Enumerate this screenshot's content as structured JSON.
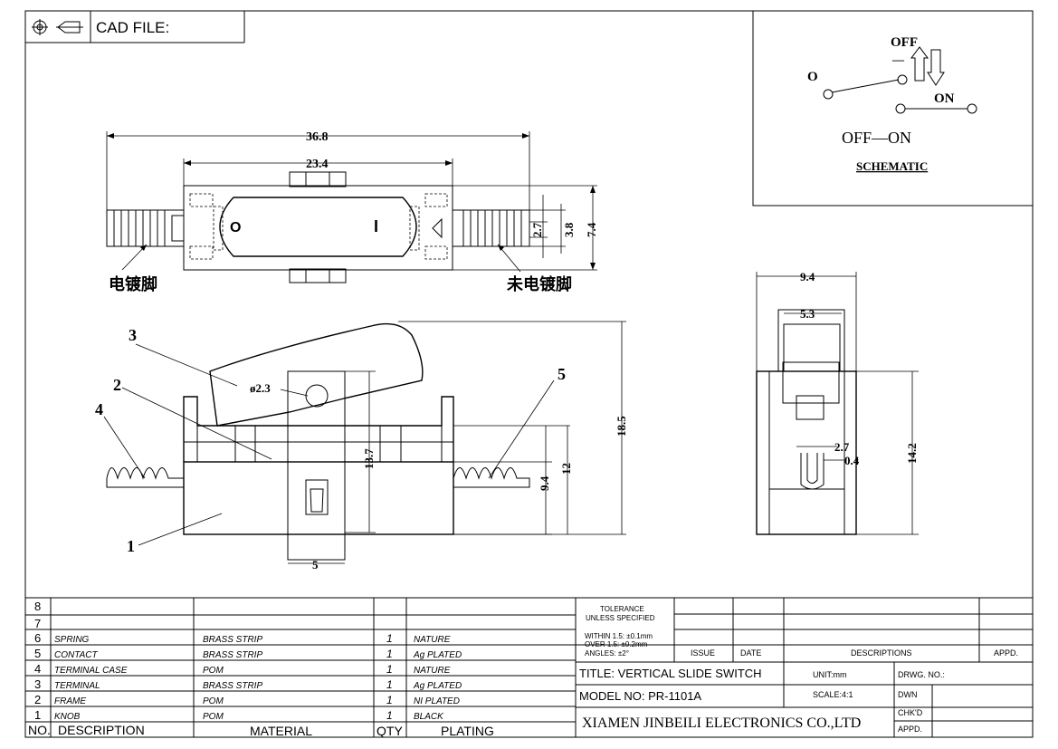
{
  "header": {
    "cad_file_label": "CAD FILE:",
    "symbol": "projection-symbol"
  },
  "schematic": {
    "off": "OFF",
    "dash": "—",
    "o": "O",
    "on": "ON",
    "off_on": "OFF—ON",
    "caption": "SCHEMATIC"
  },
  "top_view": {
    "dim_overall": "36.8",
    "dim_body": "23.4",
    "dim_a": "2.7",
    "dim_b": "3.8",
    "dim_c": "7.4",
    "mark_o": "O",
    "mark_i": "I",
    "plated_pin": "电镀脚",
    "unplated_pin": "未电镀脚"
  },
  "side_view": {
    "callout_1": "1",
    "callout_2": "2",
    "callout_3": "3",
    "callout_4": "4",
    "callout_5": "5",
    "dia": "ø2.3",
    "dim_137": "13.7",
    "dim_94": "9.4",
    "dim_12": "12",
    "dim_185": "18.5",
    "dim_5": "5"
  },
  "end_view": {
    "dim_94": "9.4",
    "dim_53": "5.3",
    "dim_27": "2.7",
    "dim_04": "0.4",
    "dim_142": "14.2"
  },
  "bom": {
    "rows": [
      {
        "no": "8",
        "desc": "",
        "material": "",
        "qty": "",
        "plating": ""
      },
      {
        "no": "7",
        "desc": "",
        "material": "",
        "qty": "",
        "plating": ""
      },
      {
        "no": "6",
        "desc": "SPRING",
        "material": "BRASS STRIP",
        "qty": "1",
        "plating": "NATURE"
      },
      {
        "no": "5",
        "desc": "CONTACT",
        "material": "BRASS STRIP",
        "qty": "1",
        "plating": "Ag PLATED"
      },
      {
        "no": "4",
        "desc": "TERMINAL CASE",
        "material": "POM",
        "qty": "1",
        "plating": "NATURE"
      },
      {
        "no": "3",
        "desc": "TERMINAL",
        "material": "BRASS STRIP",
        "qty": "1",
        "plating": "Ag PLATED"
      },
      {
        "no": "2",
        "desc": "FRAME",
        "material": "POM",
        "qty": "1",
        "plating": "NI PLATED"
      },
      {
        "no": "1",
        "desc": "KNOB",
        "material": "POM",
        "qty": "1",
        "plating": "BLACK"
      }
    ],
    "headers": {
      "no": "NO.",
      "desc": "DESCRIPTION",
      "material": "MATERIAL",
      "qty": "QTY",
      "plating": "PLATING"
    }
  },
  "title_block": {
    "tolerance_1": "TOLERANCE",
    "tolerance_2": "UNLESS SPECIFIED",
    "within": "WITHIN 1.5: ±0.1mm",
    "over": "OVER 1.5:  ±0.2mm",
    "angles": "ANGLES: ±2°",
    "issue": "ISSUE",
    "date": "DATE",
    "descriptions": "DESCRIPTIONS",
    "appd": "APPD.",
    "title": "TITLE: VERTICAL SLIDE SWITCH",
    "unit": "UNIT:mm",
    "drwg_no": "DRWG. NO.:",
    "model": "MODEL NO: PR-1101A",
    "scale": "SCALE:4:1",
    "dwn": "DWN",
    "chkd": "CHK'D",
    "appd2": "APPD.",
    "company": "XIAMEN JINBEILI ELECTRONICS CO.,LTD"
  }
}
